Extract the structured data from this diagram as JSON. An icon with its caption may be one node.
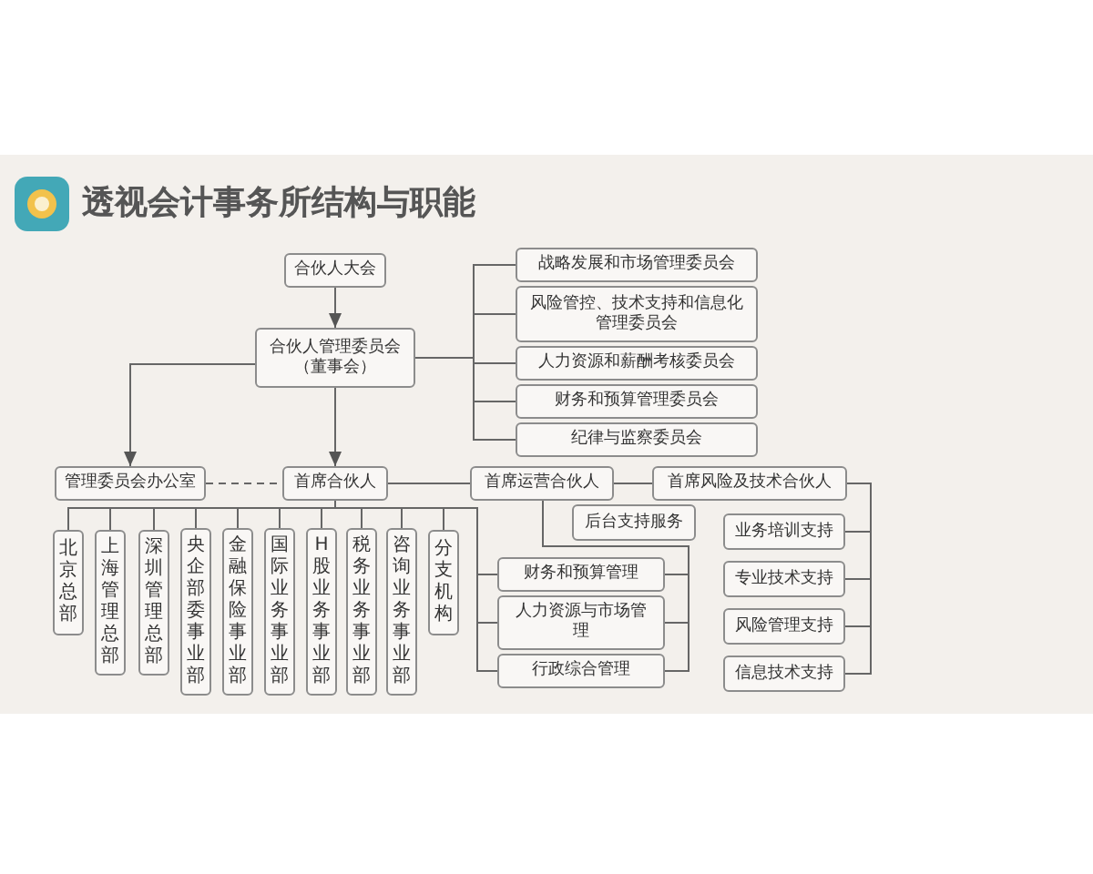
{
  "diagram": {
    "title": "透视会计事务所结构与职能",
    "nodes": [
      {
        "text": [
          "合伙人大会"
        ]
      },
      {
        "text": [
          "合伙人管理委员会（董事会）"
        ]
      },
      {
        "text": [
          "战略发展和市场管理委员会"
        ]
      },
      {
        "text": [
          "风险管控、技术支持和信息化管理委员会"
        ]
      },
      {
        "text": [
          "人力资源和薪酬考核委员会"
        ]
      },
      {
        "text": [
          "财务和预算管理委员会"
        ]
      },
      {
        "text": [
          "纪律与监察委员会"
        ]
      },
      {
        "text": [
          "管理委员会办公室"
        ]
      },
      {
        "text": [
          "首席合伙人"
        ]
      },
      {
        "text": [
          "首席运营合伙人"
        ]
      },
      {
        "text": [
          "首席风险及技术合伙人"
        ]
      },
      {
        "text": [
          "北京总部"
        ]
      },
      {
        "text": [
          "上海管理总部"
        ]
      },
      {
        "text": [
          "深圳管理总部"
        ]
      },
      {
        "text": [
          "央企部委事业部"
        ]
      },
      {
        "text": [
          "金融保险事业部"
        ]
      },
      {
        "text": [
          "国际业务事业部"
        ]
      },
      {
        "text": [
          "H股业务事业部"
        ]
      },
      {
        "text": [
          "税务业务事业部"
        ]
      },
      {
        "text": [
          "咨询业务事业部"
        ]
      },
      {
        "text": [
          "分支机构"
        ]
      },
      {
        "text": [
          "后台支持服务"
        ]
      },
      {
        "text": [
          "财务和预算管理"
        ]
      },
      {
        "text": [
          "人力资源与市场管理"
        ]
      },
      {
        "text": [
          "行政综合管理"
        ]
      },
      {
        "text": [
          "业务培训支持"
        ]
      },
      {
        "text": [
          "专业技术支持"
        ]
      },
      {
        "text": [
          "风险管理支持"
        ]
      },
      {
        "text": [
          "信息技术支持"
        ]
      }
    ],
    "edges": [
      {
        "from": 0,
        "to": 1,
        "arrow": "to"
      },
      {
        "from": 1,
        "to": 2,
        "arrow": "none"
      },
      {
        "from": 1,
        "to": 3,
        "arrow": "none"
      },
      {
        "from": 1,
        "to": 4,
        "arrow": "none"
      },
      {
        "from": 1,
        "to": 5,
        "arrow": "none"
      },
      {
        "from": 1,
        "to": 6,
        "arrow": "none"
      },
      {
        "from": 1,
        "to": 7,
        "arrow": "to"
      },
      {
        "from": 1,
        "to": 8,
        "arrow": "to"
      },
      {
        "from": 7,
        "to": 8,
        "arrow": "none",
        "style": "dashed"
      },
      {
        "from": 8,
        "to": 9,
        "arrow": "none"
      },
      {
        "from": 9,
        "to": 10,
        "arrow": "none"
      },
      {
        "from": 8,
        "to": 11,
        "arrow": "none"
      },
      {
        "from": 8,
        "to": 12,
        "arrow": "none"
      },
      {
        "from": 8,
        "to": 13,
        "arrow": "none"
      },
      {
        "from": 8,
        "to": 14,
        "arrow": "none"
      },
      {
        "from": 8,
        "to": 15,
        "arrow": "none"
      },
      {
        "from": 8,
        "to": 16,
        "arrow": "none"
      },
      {
        "from": 8,
        "to": 17,
        "arrow": "none"
      },
      {
        "from": 8,
        "to": 18,
        "arrow": "none"
      },
      {
        "from": 8,
        "to": 19,
        "arrow": "none"
      },
      {
        "from": 8,
        "to": 20,
        "arrow": "none"
      },
      {
        "from": 8,
        "to": 22,
        "arrow": "none"
      },
      {
        "from": 8,
        "to": 23,
        "arrow": "none"
      },
      {
        "from": 8,
        "to": 24,
        "arrow": "none"
      },
      {
        "from": 9,
        "to": 22,
        "arrow": "none"
      },
      {
        "from": 9,
        "to": 23,
        "arrow": "none"
      },
      {
        "from": 9,
        "to": 24,
        "arrow": "none"
      },
      {
        "from": 10,
        "to": 25,
        "arrow": "none"
      },
      {
        "from": 10,
        "to": 26,
        "arrow": "none"
      },
      {
        "from": 10,
        "to": 27,
        "arrow": "none"
      },
      {
        "from": 10,
        "to": 28,
        "arrow": "none"
      }
    ]
  }
}
